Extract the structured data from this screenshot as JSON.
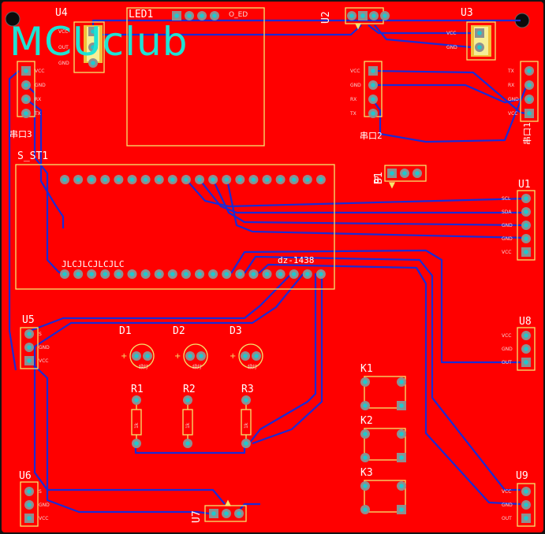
{
  "logo": "MCUclub",
  "components": {
    "u4": "U4",
    "led1": "LED1",
    "led1_pin": "O_ED",
    "u2": "U2",
    "u3": "U3",
    "s_st1": "S_ST1",
    "b1": "B1",
    "b_mark": "B",
    "u1": "U1",
    "u5": "U5",
    "u6": "U6",
    "u7": "U7",
    "u8": "U8",
    "u9": "U9",
    "d1": "D1",
    "d2": "D2",
    "d3": "D3",
    "r1": "R1",
    "r2": "R2",
    "r3": "R3",
    "k1": "K1",
    "k2": "K2",
    "k3": "K3",
    "chuankou3": "串口3",
    "chuankou2": "串口2",
    "chuankou1": "串口1",
    "jlc": "JLCJLCJLCJLC",
    "dz": "dz-1438"
  },
  "pin_labels": {
    "u4": [
      "VCC",
      "OUT",
      "GND"
    ],
    "chuankou3": [
      "VCC",
      "GND",
      "RX",
      "TX"
    ],
    "u3": [
      "VCC",
      "GND"
    ],
    "chuankou2": [
      "VCC",
      "GND",
      "RX",
      "TX"
    ],
    "chuankou1": [
      "TX",
      "RX",
      "GND",
      "VCC"
    ],
    "u1": [
      "SCL",
      "SDA",
      "GND",
      "GND",
      "VCC"
    ],
    "u5": [
      "S",
      "GND",
      "VCC"
    ],
    "u6": [
      "S",
      "GND",
      "VCC"
    ],
    "u8": [
      "VCC",
      "GND",
      "OUT"
    ],
    "u9": [
      "VCC",
      "GND",
      "OUT"
    ]
  },
  "led_text": "绿灯",
  "resistor_text": "1k",
  "colors": {
    "board": "#ff0000",
    "trace": "#1a2bd6",
    "silk": "#f5e66e",
    "pad": "#8f8f8f",
    "pad_center": "#1fc8cf",
    "logo": "#1ee3d4"
  }
}
